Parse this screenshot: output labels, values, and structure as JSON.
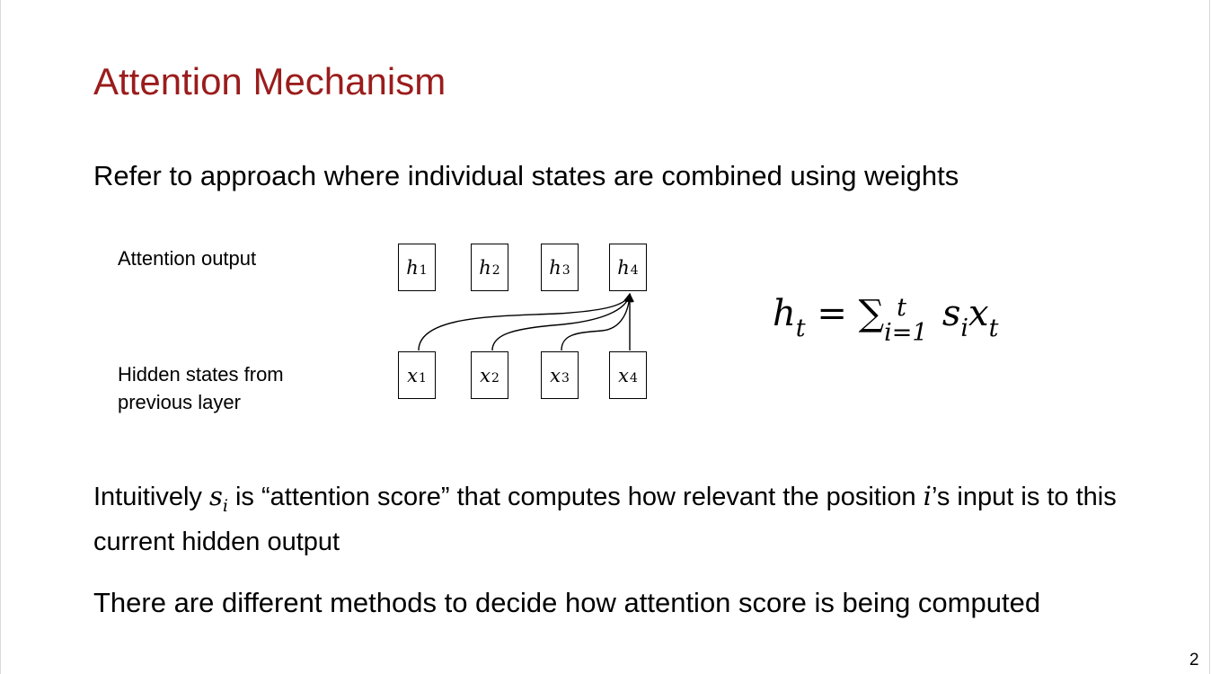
{
  "slide": {
    "title": "Attention Mechanism",
    "subtitle": "Refer to approach where individual states are combined using weights",
    "page_number": "2"
  },
  "diagram": {
    "label_output": "Attention output",
    "label_hidden_line1": "Hidden states from",
    "label_hidden_line2": "previous layer",
    "output_nodes": [
      {
        "var": "h",
        "sub": "1"
      },
      {
        "var": "h",
        "sub": "2"
      },
      {
        "var": "h",
        "sub": "3"
      },
      {
        "var": "h",
        "sub": "4"
      }
    ],
    "input_nodes": [
      {
        "var": "x",
        "sub": "1"
      },
      {
        "var": "x",
        "sub": "2"
      },
      {
        "var": "x",
        "sub": "3"
      },
      {
        "var": "x",
        "sub": "4"
      }
    ],
    "edges": [
      {
        "from": "x1",
        "to": "h4"
      },
      {
        "from": "x2",
        "to": "h4"
      },
      {
        "from": "x3",
        "to": "h4"
      },
      {
        "from": "x4",
        "to": "h4"
      }
    ]
  },
  "formula": {
    "lhs": "h",
    "lhs_sub": "t",
    "eq": "=",
    "sum": "∑",
    "sum_lower": "i=1",
    "sum_upper": "t",
    "term1": "s",
    "term1_sub": "i",
    "term2": "x",
    "term2_sub": "t"
  },
  "body": {
    "p1_a": "Intuitively ",
    "p1_math_var": "s",
    "p1_math_sub": "i",
    "p1_b": " is “attention score” that computes how relevant the position ",
    "p1_math_i": "i",
    "p1_c": "’s input is to this current hidden output",
    "p2": "There are different methods to decide how attention score is being computed"
  }
}
